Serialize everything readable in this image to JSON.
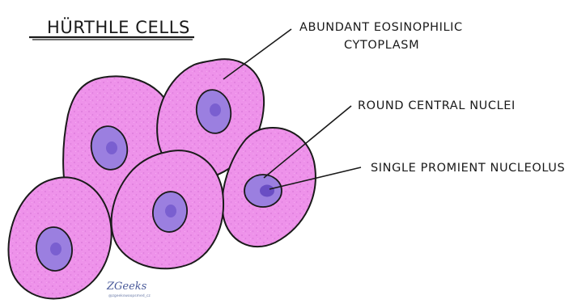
{
  "title": "HÜRTHLE CELLS",
  "labels": {
    "cytoplasm_line1": "ABUNDANT EOSINOPHILIC",
    "cytoplasm_line2": "CYTOPLASM",
    "nuclei": "ROUND CENTRAL NUCLEI",
    "nucleolus": "SINGLE PROMIENT NUCLEOLUS"
  },
  "logo": {
    "signature": "ZGeeks",
    "handle": "@zgeekswoopsmed_cz"
  },
  "colors": {
    "cytoplasm": "#ee92ea",
    "cytoplasm_speckle": "#d877d8",
    "nucleus": "#9b7fe0",
    "nucleus_inner": "#7a5fd0",
    "nucleolus": "#6a4ec4",
    "outline": "#1a1a1a"
  }
}
